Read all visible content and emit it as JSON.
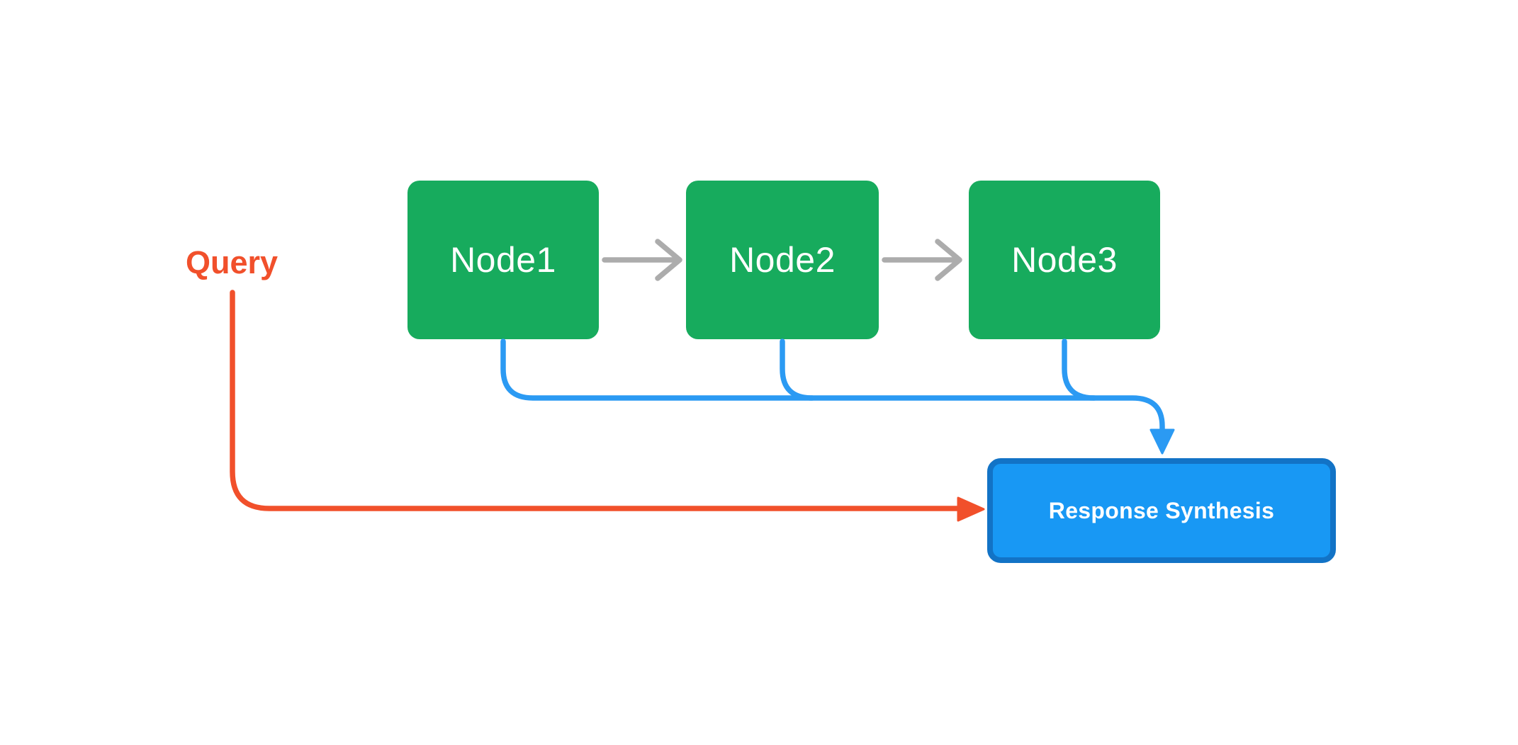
{
  "diagram": {
    "description": "Three sequential nodes feeding into a response synthesis step, with a query input arrow",
    "query_label": "Query",
    "response_label": "Response Synthesis",
    "nodes": [
      {
        "label": "Node1"
      },
      {
        "label": "Node2"
      },
      {
        "label": "Node3"
      }
    ],
    "connections": [
      {
        "from": "Node1",
        "to": "Node2",
        "style": "gray-arrow"
      },
      {
        "from": "Node2",
        "to": "Node3",
        "style": "gray-arrow"
      },
      {
        "from": "Node1",
        "to": "Response Synthesis",
        "style": "blue-curve"
      },
      {
        "from": "Node2",
        "to": "Response Synthesis",
        "style": "blue-curve"
      },
      {
        "from": "Node3",
        "to": "Response Synthesis",
        "style": "blue-curve"
      },
      {
        "from": "Query",
        "to": "Response Synthesis",
        "style": "red-arrow"
      }
    ],
    "colors": {
      "node_fill": "#17ab5d",
      "node_text": "#ffffff",
      "connector_blue": "#2b9af3",
      "response_fill": "#1898f4",
      "response_border": "#1273c6",
      "response_text": "#ffffff",
      "query_red": "#f1502b",
      "arrow_gray": "#acacac",
      "background": "#ffffff"
    }
  }
}
